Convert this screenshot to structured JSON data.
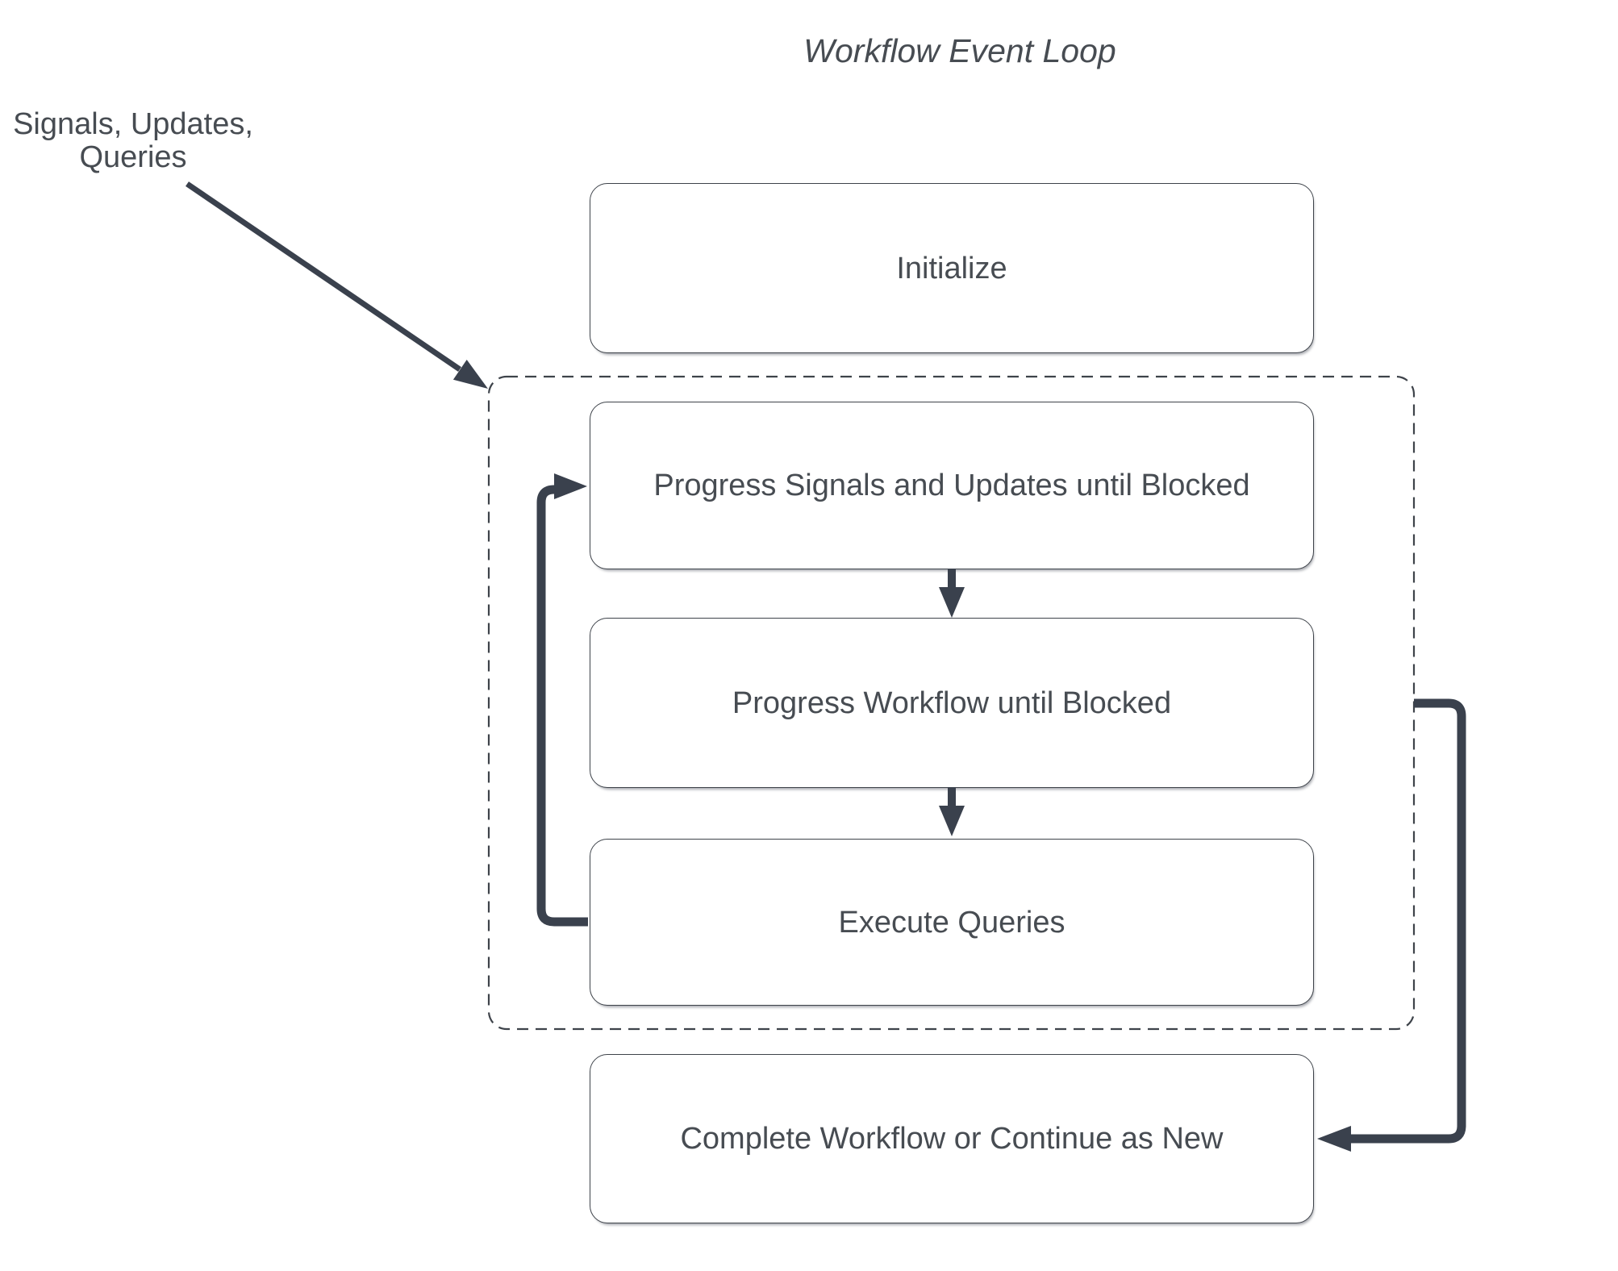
{
  "diagram": {
    "title": "Workflow Event Loop",
    "external_label": {
      "line1": "Signals, Updates,",
      "line2": "Queries"
    },
    "nodes": [
      {
        "id": "initialize",
        "label": "Initialize"
      },
      {
        "id": "progress-signals",
        "label": "Progress Signals and Updates until Blocked"
      },
      {
        "id": "progress-workflow",
        "label": "Progress Workflow until Blocked"
      },
      {
        "id": "execute-queries",
        "label": "Execute Queries"
      },
      {
        "id": "complete-workflow",
        "label": "Complete Workflow or Continue as New"
      }
    ],
    "group": {
      "name": "workflow-event-loop-group",
      "style": "dashed-rounded-rectangle"
    },
    "colors": {
      "arrow": "#3a414d",
      "border": "#3e434a",
      "text": "#474c52",
      "background": "#ffffff"
    }
  }
}
